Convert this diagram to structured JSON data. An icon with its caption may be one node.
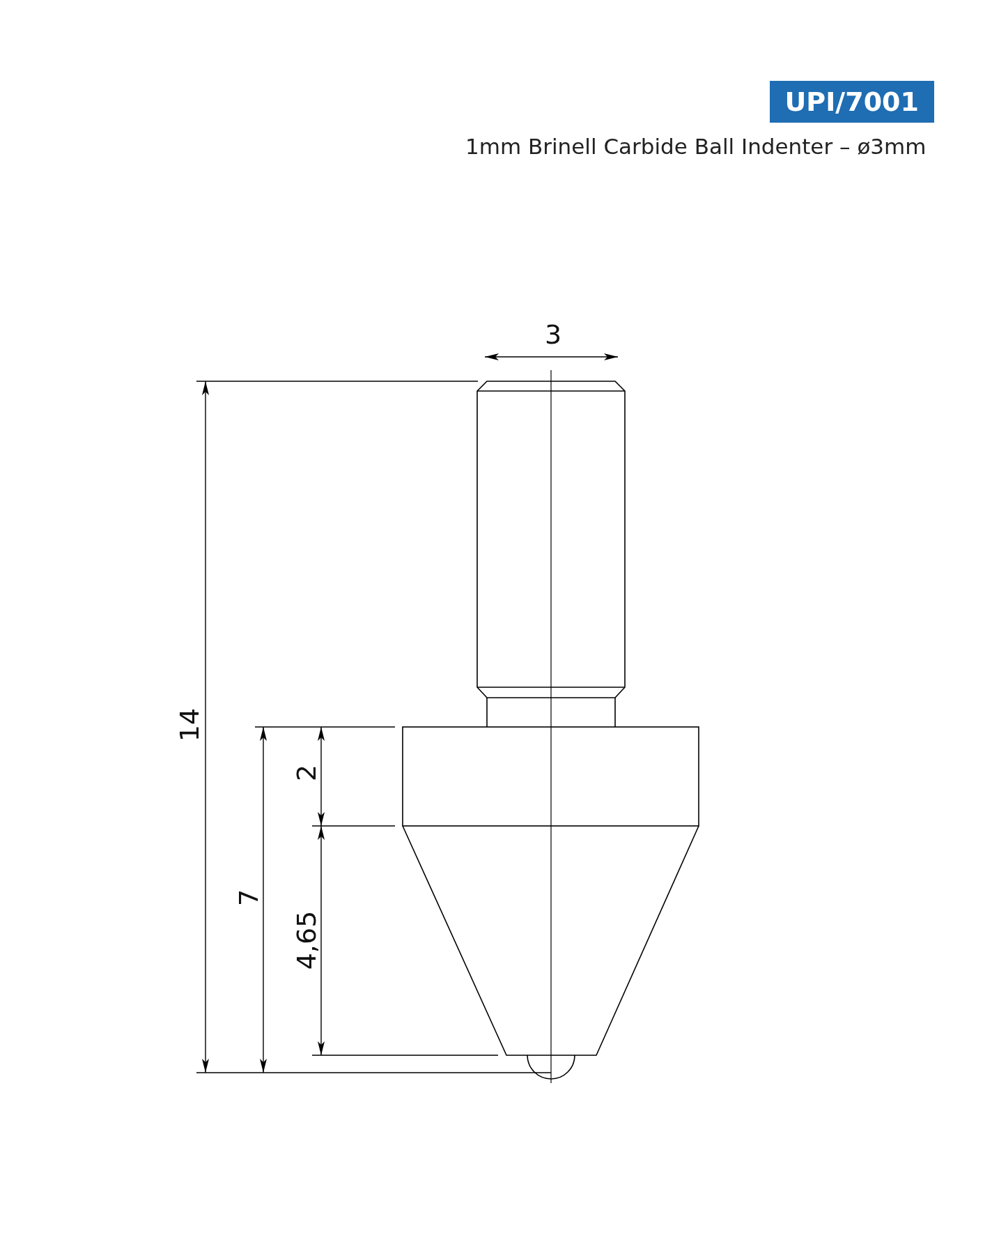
{
  "diagram": {
    "labels": [
      "UPI/7001",
      "1mm Brinell Carbide Ball Indenter – ø3mm",
      "3",
      "14",
      "7",
      "2",
      "4,65"
    ]
  }
}
